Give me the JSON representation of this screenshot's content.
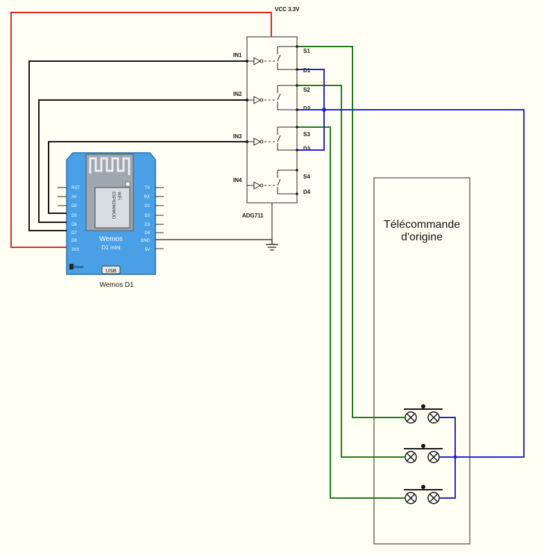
{
  "colors": {
    "background": "#fffff4",
    "vcc_wire": "#dd2222",
    "black_wire": "#111111",
    "green_wire": "#1a7a1a",
    "blue_wire": "#1f1fdd",
    "board_fill": "#4aa0e6"
  },
  "vcc": {
    "label": "VCC 3.3V"
  },
  "adg": {
    "name": "ADG711",
    "inputs": [
      "IN1",
      "IN2",
      "IN3",
      "IN4"
    ],
    "sources": [
      "S1",
      "S2",
      "S3",
      "S4"
    ],
    "drains": [
      "D1",
      "D2",
      "D3",
      "D4"
    ]
  },
  "wemos": {
    "caption": "Wemos  D1",
    "brand": "Wemos",
    "model": "D1 mini",
    "module_line1": "WiFi",
    "module_line2": "ESP8266MOD",
    "usb": "USB",
    "reset": "Reset",
    "left_pins": [
      "RST",
      "A0",
      "D0",
      "D5",
      "D6",
      "D7",
      "D8",
      "3V3"
    ],
    "right_pins": [
      "TX",
      "RX",
      "D1",
      "D2",
      "D3",
      "D4",
      "GND",
      "5V"
    ]
  },
  "remote": {
    "title_line1": "Télécommande",
    "title_line2": "d'origine"
  }
}
